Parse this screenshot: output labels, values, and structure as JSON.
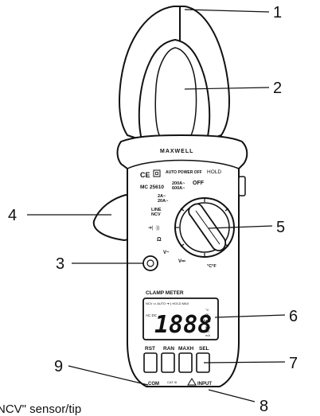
{
  "callouts": [
    "1",
    "2",
    "3",
    "4",
    "5",
    "6",
    "7",
    "8",
    "9"
  ],
  "device": {
    "brand": "MAXWELL",
    "model": "MC 25610",
    "ce_mark": "CE",
    "auto_power_off": "AUTO POWER OFF",
    "hold": "HOLD",
    "off": "OFF",
    "range_200a": "200A~",
    "range_600a": "600A~",
    "range_2a": "2A~",
    "range_20a": "20A~",
    "line": "LINE",
    "ncv": "NCV",
    "diode": "➜|  ·))",
    "ohm": "Ω",
    "v_ac": "V~",
    "v_dc": "V⎓",
    "temp": "°C°F",
    "clamp_meter": "CLAMP METER",
    "lcd_value": "1888",
    "lcd_top": "NCV  ▭  AUTO  ➜·)  HOLD  MAX",
    "lcd_left": "AC DC",
    "lcd_units": [
      "°C",
      "°F",
      "hFE",
      "MΩ",
      "kΩ",
      "mA"
    ],
    "buttons": [
      "RST",
      "RAN",
      "MAXH",
      "SEL"
    ],
    "com": "COM",
    "cat": "CAT III",
    "input": "INPUT"
  },
  "caption": "NCV\" sensor/tip"
}
